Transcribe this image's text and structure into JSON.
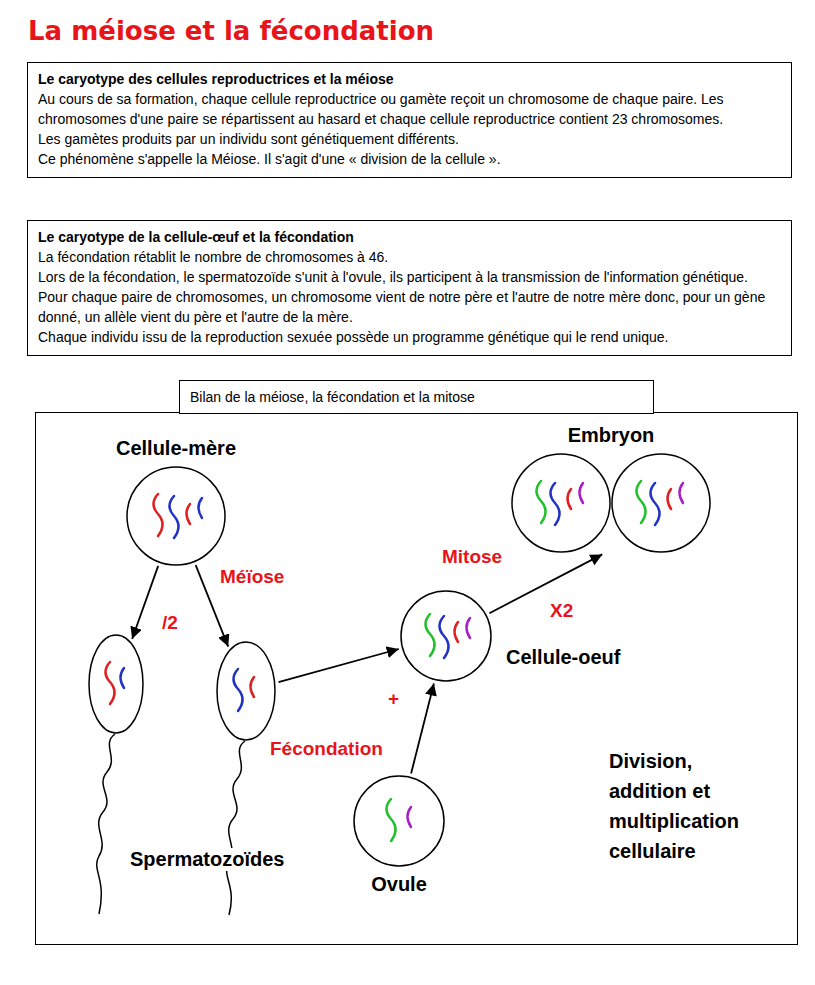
{
  "diagram": {
    "title": "La méiose et la fécondation",
    "nodes": [
      {
        "text": [
          "Le caryotype des cellules reproductrices et la méiose",
          "Au cours de sa formation, chaque cellule reproductrice ou gamète reçoit un chromosome de chaque paire. Les chromosomes d'une paire se répartissent au hasard et chaque cellule reproductrice contient 23 chromosomes.",
          "Les gamètes produits par un individu sont génétiquement différents.",
          "Ce phénomène s'appelle la Méiose. Il s'agit d'une « division de la cellule »."
        ]
      },
      {
        "text": [
          "Le caryotype de la cellule-œuf et la fécondation",
          "La fécondation rétablit le nombre de chromosomes à 46.",
          "Lors de la fécondation, le spermatozoïde s'unit à l'ovule, ils participent à la transmission de l'information génétique. Pour chaque paire de chromosomes, un chromosome vient de notre père et l'autre de notre mère donc, pour un gène donné, un allèle vient du père et l'autre de la mère.",
          "Chaque individu issu de la reproduction sexuée possède un programme génétique qui le rend unique."
        ]
      },
      {
        "text": [
          "Bilan de la méiose, la fécondation et la mitose"
        ]
      },
      {
        "text": [
          "Cellule-mère"
        ],
        "in": 2
      },
      {
        "text": [],
        "in": 2
      },
      {
        "text": [],
        "in": 2
      },
      {
        "text": [
          "Cellule-oeuf"
        ],
        "in": 2
      },
      {
        "text": [
          "Ovule"
        ],
        "in": 2
      },
      {
        "text": [
          "Embryon"
        ],
        "in": 2
      }
    ],
    "edges": [
      {
        "from": 3,
        "to": 4,
        "arrow": "to",
        "label": "/2"
      },
      {
        "from": 3,
        "to": 5,
        "arrow": "to",
        "label": "Méïose"
      },
      {
        "from": 5,
        "to": 6,
        "arrow": "to",
        "label": "Fécondation"
      },
      {
        "from": 7,
        "to": 6,
        "arrow": "to"
      },
      {
        "from": 6,
        "to": 8,
        "arrow": "to",
        "label": "Mitose"
      }
    ],
    "labels": [
      "+",
      "X2",
      "Spermatozoïdes",
      "Division, addition et multiplication cellulaire"
    ]
  }
}
